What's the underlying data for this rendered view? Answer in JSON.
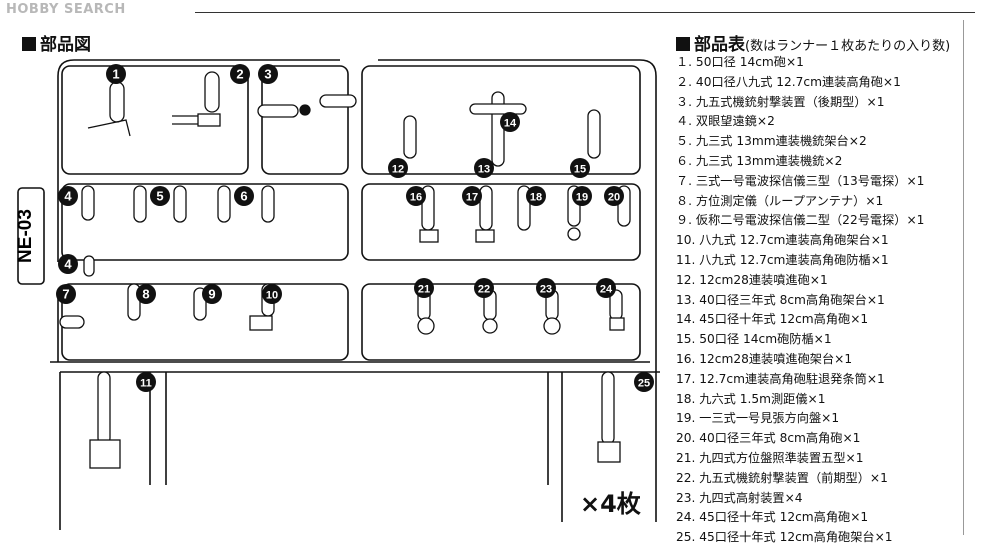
{
  "watermark": "HOBBY SEARCH",
  "sections": {
    "diagram_title": "部品図",
    "list_title": "部品表",
    "list_subtitle": "(数はランナー１枚あたりの入り数)"
  },
  "runner": {
    "label": "NE-03",
    "quantity": "×4枚",
    "callout_numbers": [
      "1",
      "2",
      "3",
      "4",
      "5",
      "6",
      "4",
      "7",
      "8",
      "9",
      "10",
      "11",
      "12",
      "13",
      "14",
      "15",
      "16",
      "17",
      "18",
      "19",
      "20",
      "21",
      "22",
      "23",
      "24",
      "25"
    ]
  },
  "parts_list": [
    "１. 50口径 14cm砲×1",
    "２. 40口径八九式 12.7cm連装高角砲×1",
    "３. 九五式機銃射撃装置（後期型）×1",
    "４. 双眼望遠鏡×2",
    "５. 九三式 13mm連装機銃架台×2",
    "６. 九三式 13mm連装機銃×2",
    "７. 三式一号電波探信儀三型（13号電探）×1",
    "８. 方位測定儀（ループアンテナ）×1",
    "９. 仮称二号電波探信儀二型（22号電探）×1",
    "10. 八九式 12.7cm連装高角砲架台×1",
    "11. 八九式 12.7cm連装高角砲防楯×1",
    "12. 12cm28連装噴進砲×1",
    "13. 40口径三年式 8cm高角砲架台×1",
    "14. 45口径十年式 12cm高角砲×1",
    "15. 50口径 14cm砲防楯×1",
    "16. 12cm28連装噴進砲架台×1",
    "17. 12.7cm連装高角砲駐退発条筒×1",
    "18. 九六式 1.5m測距儀×1",
    "19. 一三式一号見張方向盤×1",
    "20. 40口径三年式 8cm高角砲×1",
    "21. 九四式方位盤照準装置五型×1",
    "22. 九五式機銃射撃装置（前期型）×1",
    "23. 九四式高射装置×4",
    "24. 45口径十年式 12cm高角砲×1",
    "25. 45口径十年式 12cm高角砲架台×1"
  ]
}
